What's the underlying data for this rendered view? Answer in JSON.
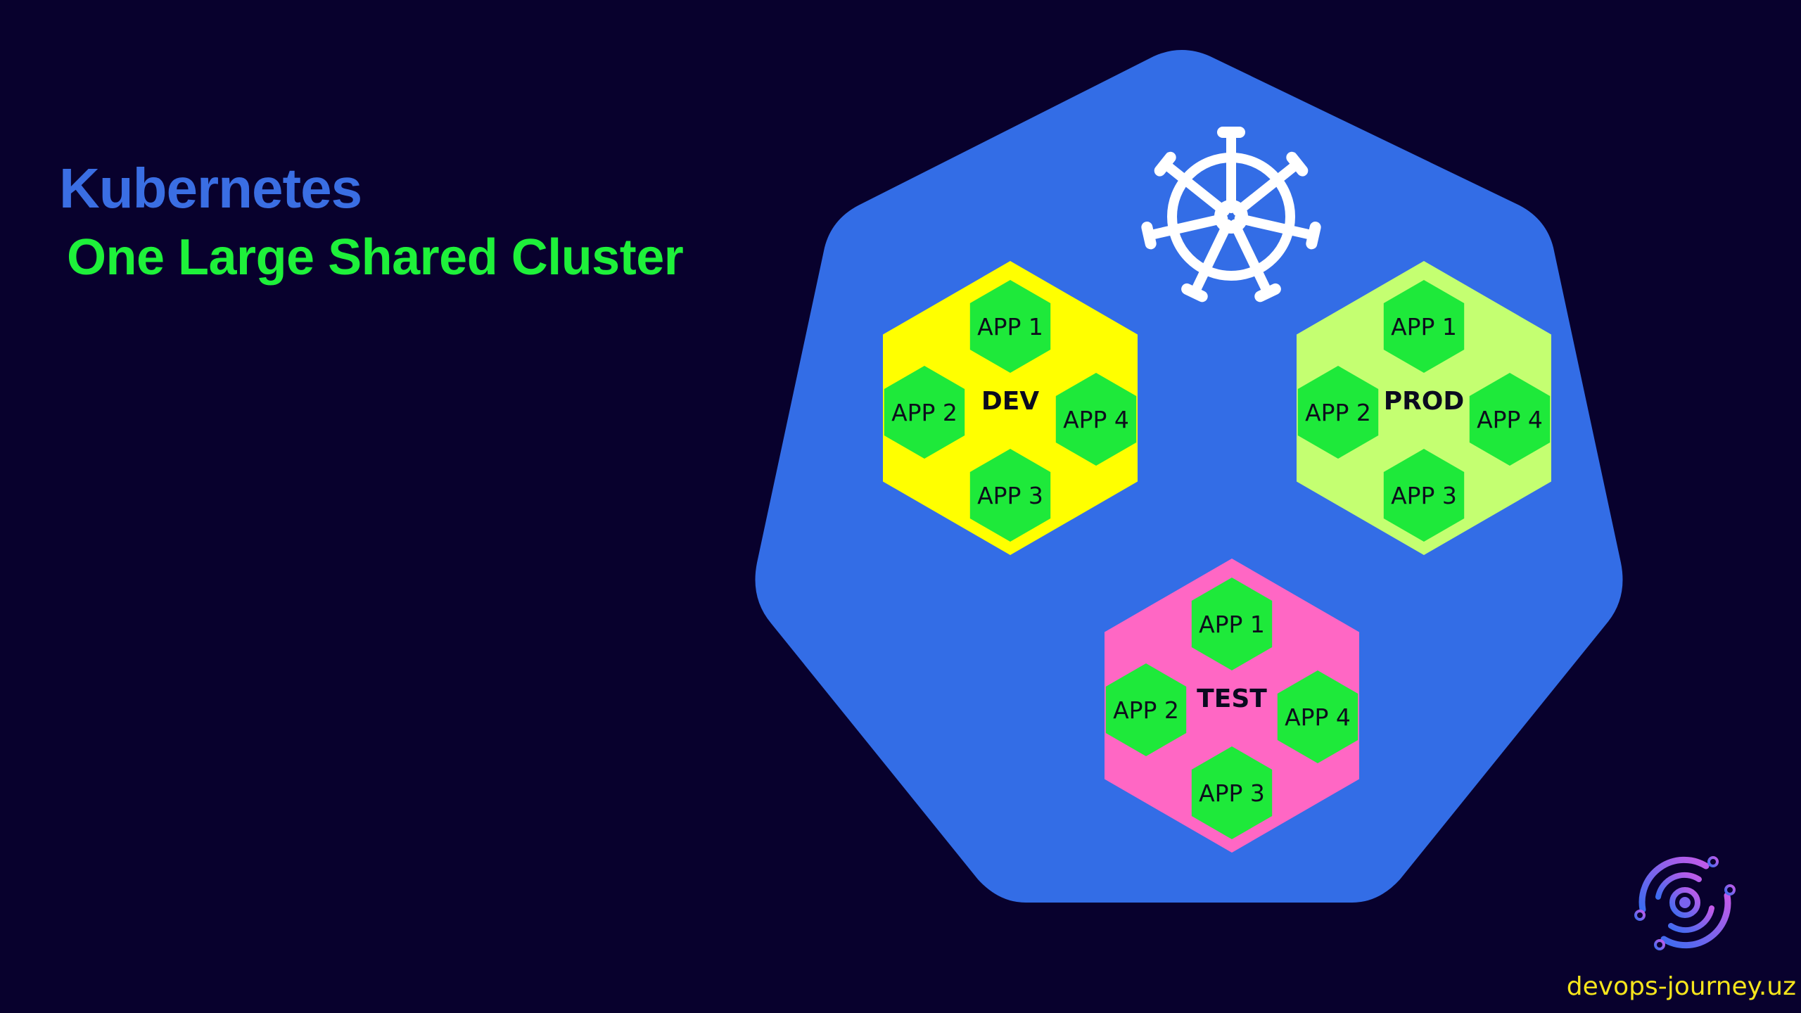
{
  "header": {
    "title": "Kubernetes",
    "subtitle": "One Large Shared Cluster"
  },
  "footer": {
    "site": "devops-journey.uz"
  },
  "colors": {
    "background": "#08012d",
    "cluster": "#336de6",
    "app": "#1ee93a",
    "dev": "#ffff00",
    "prod": "#c4ff71",
    "test": "#ff67c4",
    "title": "#3a6ee3",
    "subtitle": "#1ef13a",
    "footer": "#f6e51c"
  },
  "icons": {
    "cluster": "kubernetes-helm-icon",
    "brand": "devops-journey-logo-icon"
  },
  "namespaces": [
    {
      "key": "dev",
      "label": "DEV",
      "color": "#ffff00",
      "apps": [
        "APP 1",
        "APP 2",
        "APP 3",
        "APP 4"
      ]
    },
    {
      "key": "prod",
      "label": "PROD",
      "color": "#c4ff71",
      "apps": [
        "APP 1",
        "APP 2",
        "APP 3",
        "APP 4"
      ]
    },
    {
      "key": "test",
      "label": "TEST",
      "color": "#ff67c4",
      "apps": [
        "APP 1",
        "APP 2",
        "APP 3",
        "APP 4"
      ]
    }
  ]
}
